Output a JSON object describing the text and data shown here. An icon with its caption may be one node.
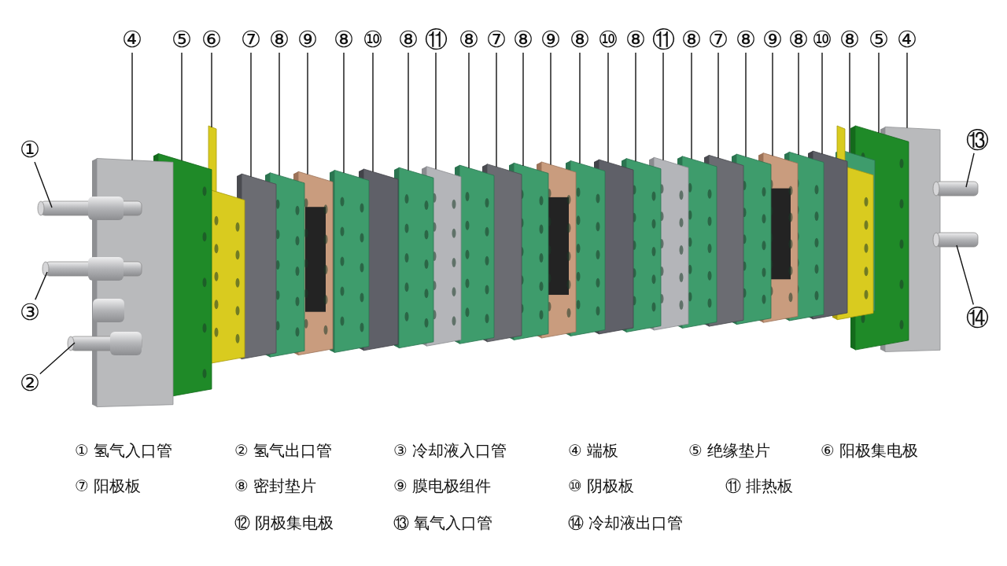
{
  "diagram": {
    "nodes": [
      {
        "text": [
          "④"
        ]
      },
      {
        "text": [
          "⑤"
        ]
      },
      {
        "text": [
          "⑥"
        ]
      },
      {
        "text": [
          "⑦"
        ]
      },
      {
        "text": [
          "⑧"
        ]
      },
      {
        "text": [
          "⑨"
        ]
      },
      {
        "text": [
          "⑧"
        ]
      },
      {
        "text": [
          "⑩"
        ]
      },
      {
        "text": [
          "⑧"
        ]
      },
      {
        "text": [
          "⑪"
        ]
      },
      {
        "text": [
          "⑧"
        ]
      },
      {
        "text": [
          "⑦"
        ]
      },
      {
        "text": [
          "⑧"
        ]
      },
      {
        "text": [
          "⑨"
        ]
      },
      {
        "text": [
          "⑧"
        ]
      },
      {
        "text": [
          "⑩"
        ]
      },
      {
        "text": [
          "⑧"
        ]
      },
      {
        "text": [
          "⑪"
        ]
      },
      {
        "text": [
          "⑧"
        ]
      },
      {
        "text": [
          "⑦"
        ]
      },
      {
        "text": [
          "⑧"
        ]
      },
      {
        "text": [
          "⑨"
        ]
      },
      {
        "text": [
          "⑧"
        ]
      },
      {
        "text": [
          "⑩"
        ]
      },
      {
        "text": [
          "⑧"
        ]
      },
      {
        "text": [
          "⑤"
        ]
      },
      {
        "text": [
          "④"
        ]
      },
      {
        "text": [
          "⑬"
        ]
      },
      {
        "text": [
          "①"
        ]
      },
      {
        "text": [
          "③"
        ]
      },
      {
        "text": [
          "⑭"
        ]
      },
      {
        "text": [
          "②"
        ]
      }
    ],
    "edges": [
      {
        "from": 0,
        "to": null,
        "arrow": "none"
      },
      {
        "from": 1,
        "to": null,
        "arrow": "none"
      },
      {
        "from": 2,
        "to": null,
        "arrow": "none"
      },
      {
        "from": 3,
        "to": null,
        "arrow": "none"
      },
      {
        "from": 4,
        "to": null,
        "arrow": "none"
      },
      {
        "from": 5,
        "to": null,
        "arrow": "none"
      },
      {
        "from": 6,
        "to": null,
        "arrow": "none"
      },
      {
        "from": 7,
        "to": null,
        "arrow": "none"
      },
      {
        "from": 8,
        "to": null,
        "arrow": "none"
      },
      {
        "from": 9,
        "to": null,
        "arrow": "none"
      },
      {
        "from": 10,
        "to": null,
        "arrow": "none"
      },
      {
        "from": 11,
        "to": null,
        "arrow": "none"
      },
      {
        "from": 12,
        "to": null,
        "arrow": "none"
      },
      {
        "from": 13,
        "to": null,
        "arrow": "none"
      },
      {
        "from": 14,
        "to": null,
        "arrow": "none"
      },
      {
        "from": 15,
        "to": null,
        "arrow": "none"
      },
      {
        "from": 16,
        "to": null,
        "arrow": "none"
      },
      {
        "from": 17,
        "to": null,
        "arrow": "none"
      },
      {
        "from": 18,
        "to": null,
        "arrow": "none"
      },
      {
        "from": 19,
        "to": null,
        "arrow": "none"
      },
      {
        "from": 20,
        "to": null,
        "arrow": "none"
      },
      {
        "from": 21,
        "to": null,
        "arrow": "none"
      },
      {
        "from": 22,
        "to": null,
        "arrow": "none"
      },
      {
        "from": 23,
        "to": null,
        "arrow": "none"
      },
      {
        "from": 24,
        "to": null,
        "arrow": "none"
      },
      {
        "from": 25,
        "to": null,
        "arrow": "none"
      },
      {
        "from": 26,
        "to": null,
        "arrow": "none"
      },
      {
        "from": 27,
        "to": null,
        "arrow": "none"
      },
      {
        "from": 28,
        "to": null,
        "arrow": "none"
      },
      {
        "from": 29,
        "to": null,
        "arrow": "none"
      },
      {
        "from": 30,
        "to": null,
        "arrow": "none"
      },
      {
        "from": 31,
        "to": null,
        "arrow": "none"
      }
    ],
    "labels": [
      "① 氢气入口管",
      "② 氢气出口管",
      "③ 冷却液入口管",
      "④ 端板",
      "⑤ 绝缘垫片",
      "⑥ 阳极集电极",
      "⑦ 阳极板",
      "⑧ 密封垫片",
      "⑨ 膜电极组件",
      "⑩ 阴极板",
      "⑪ 排热板",
      "⑫ 阴极集电极",
      "⑬ 氧气入口管",
      "⑭ 冷却液出口管"
    ]
  }
}
